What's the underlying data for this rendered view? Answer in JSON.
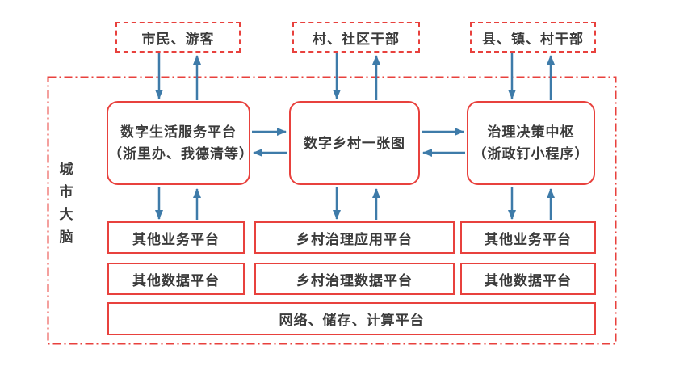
{
  "colors": {
    "box_border_red": "#e8413d",
    "arrow_blue": "#3e7ba9",
    "text": "#3b3b3b"
  },
  "diagram": {
    "container_label": "城市大脑",
    "actors": [
      {
        "label": "市民、游客"
      },
      {
        "label": "村、社区干部"
      },
      {
        "label": "县、镇、村干部"
      }
    ],
    "platforms": [
      {
        "line1": "数字生活服务平台",
        "line2": "（浙里办、我德清等）"
      },
      {
        "line1": "数字乡村一张图",
        "line2": ""
      },
      {
        "line1": "治理决策中枢",
        "line2": "（浙政钉小程序）"
      }
    ],
    "business_row": [
      {
        "label": "其他业务平台"
      },
      {
        "label": "乡村治理应用平台"
      },
      {
        "label": "其他业务平台"
      }
    ],
    "data_row": [
      {
        "label": "其他数据平台"
      },
      {
        "label": "乡村治理数据平台"
      },
      {
        "label": "其他数据平台"
      }
    ],
    "infrastructure": {
      "label": "网络、储存、计算平台"
    }
  }
}
